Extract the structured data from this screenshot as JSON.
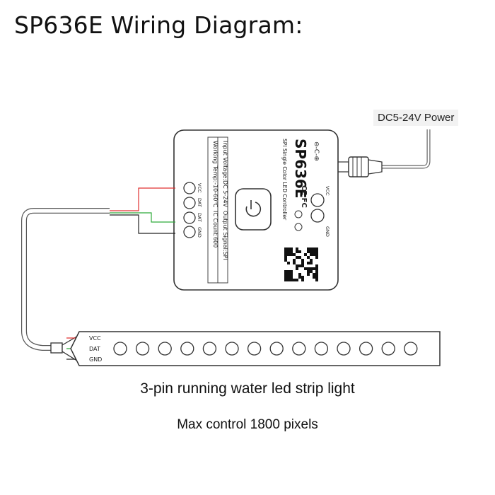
{
  "title": "SP636E Wiring Diagram:",
  "power_label": "DC5-24V Power",
  "controller": {
    "model": "SP636E",
    "subtitle": "SPI Single Color LED Controller",
    "spec_line1": "Input Voltage:DC 5-24V",
    "spec_line2": "Output Signal:SPI",
    "spec_line3": "Working Temp:-10-60℃",
    "spec_line4": "IC Count:600",
    "left_pins": [
      "VCC",
      "DAT",
      "DAT",
      "GND"
    ],
    "right_pins": [
      "VCC",
      "GND"
    ],
    "power_symbol": "⊖-C-⊕",
    "cert_marks": "CE FC",
    "wire_colors": {
      "vcc": "#e03030",
      "dat": "#2faa3a",
      "gnd": "#222222"
    }
  },
  "strip": {
    "labels": [
      "VCC",
      "DAT",
      "GND"
    ],
    "led_count": 14
  },
  "caption_strip": "3-pin running water led strip light",
  "caption_max": "Max control 1800 pixels"
}
